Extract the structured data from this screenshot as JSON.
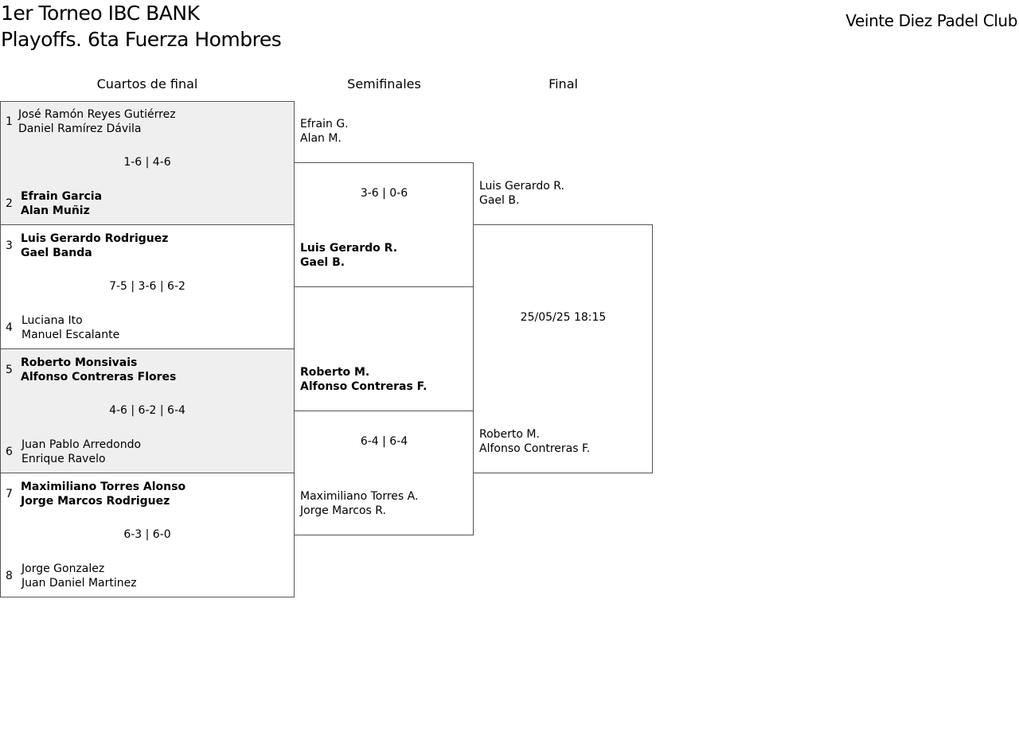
{
  "header": {
    "title_line1": "1er Torneo IBC BANK",
    "title_line2": "Playoffs. 6ta Fuerza Hombres",
    "club": "Veinte Diez Padel Club"
  },
  "rounds": {
    "quarterfinals": "Cuartos de final",
    "semifinals": "Semifinales",
    "final": "Final"
  },
  "quarterfinals": [
    {
      "score": "1-6 | 4-6",
      "team_a": {
        "seed": "1",
        "player1": "José Ramón Reyes Gutiérrez",
        "player2": "Daniel Ramírez Dávila"
      },
      "team_b": {
        "seed": "2",
        "player1": "Efrain Garcia",
        "player2": "Alan Muñiz"
      }
    },
    {
      "score": "7-5 | 3-6 | 6-2",
      "team_a": {
        "seed": "3",
        "player1": "Luis Gerardo Rodriguez",
        "player2": "Gael Banda"
      },
      "team_b": {
        "seed": "4",
        "player1": "Luciana Ito",
        "player2": "Manuel Escalante"
      }
    },
    {
      "score": "4-6 | 6-2 | 6-4",
      "team_a": {
        "seed": "5",
        "player1": "Roberto Monsivais",
        "player2": "Alfonso Contreras Flores"
      },
      "team_b": {
        "seed": "6",
        "player1": "Juan Pablo Arredondo",
        "player2": "Enrique Ravelo"
      }
    },
    {
      "score": "6-3 | 6-0",
      "team_a": {
        "seed": "7",
        "player1": "Maximiliano Torres Alonso",
        "player2": "Jorge Marcos Rodriguez"
      },
      "team_b": {
        "seed": "8",
        "player1": "Jorge Gonzalez",
        "player2": "Juan Daniel Martinez"
      }
    }
  ],
  "semifinals": [
    {
      "score": "3-6 | 0-6",
      "team_a": {
        "player1": "Efrain G.",
        "player2": "Alan M."
      },
      "team_b": {
        "player1": "Luis Gerardo R.",
        "player2": "Gael B."
      }
    },
    {
      "score": "6-4 | 6-4",
      "team_a": {
        "player1": "Roberto M.",
        "player2": "Alfonso Contreras F."
      },
      "team_b": {
        "player1": "Maximiliano Torres A.",
        "player2": "Jorge Marcos R."
      }
    }
  ],
  "final": {
    "datetime": "25/05/25 18:15",
    "team_a": {
      "player1": "Luis Gerardo R.",
      "player2": "Gael B."
    },
    "team_b": {
      "player1": "Roberto M.",
      "player2": "Alfonso Contreras F."
    }
  }
}
